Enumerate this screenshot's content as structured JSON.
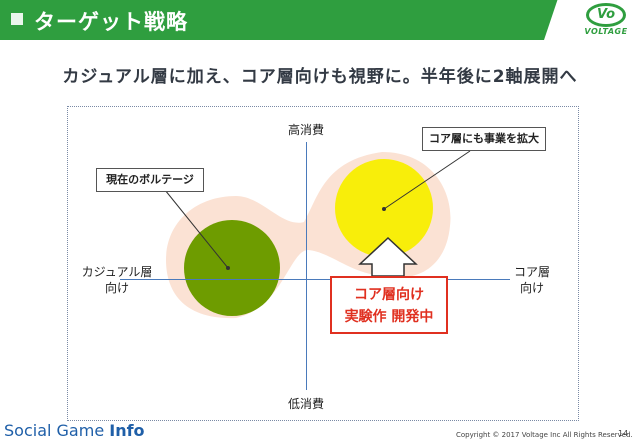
{
  "header": {
    "title": "ターゲット戦略",
    "logo_mark": "Vo",
    "logo_text": "VOLTAGE"
  },
  "subtitle": "カジュアル層に加え、コア層向けも視野に。半年後に2軸展開へ",
  "diagram": {
    "axis_top": "高消費",
    "axis_bottom": "低消費",
    "axis_left_line1": "カジュアル層",
    "axis_left_line2": "向け",
    "axis_right_line1": "コア層",
    "axis_right_line2": "向け",
    "callout_current": "現在のボルテージ",
    "callout_expand": "コア層にも事業を拡大",
    "dev_box_line1": "コア層向け",
    "dev_box_line2": "実験作 開発中",
    "colors": {
      "casual_circle": "#6e9c00",
      "core_circle": "#f8ee0a",
      "glow": "#fbe2d4",
      "axis": "#4a7abb",
      "dev_box": "#e03020"
    }
  },
  "footer": {
    "brand_regular": "Social Game ",
    "brand_bold": "Info",
    "copyright": "Copyright © 2017 Voltage Inc  All Rights Reserved.",
    "page_number": "14"
  }
}
